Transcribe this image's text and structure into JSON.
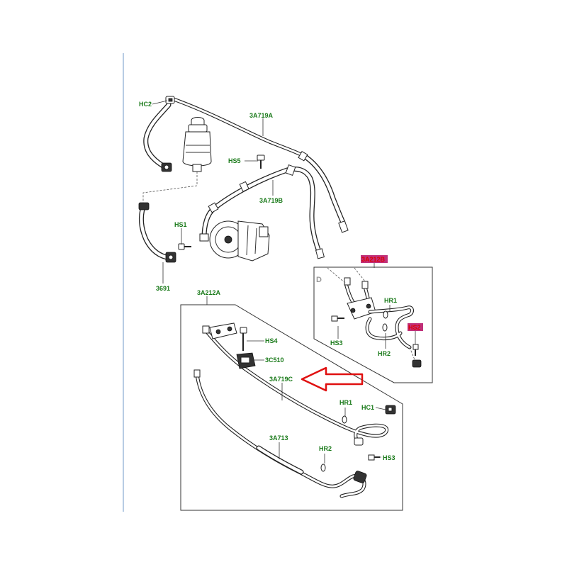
{
  "callouts": {
    "hc2": "HC2",
    "a3a719a": "3A719A",
    "hs5": "HS5",
    "a3a719b": "3A719B",
    "hs1": "HS1",
    "p3691": "3691",
    "a3a212a": "3A212A",
    "hs4": "HS4",
    "c3c510": "3C510",
    "a3a719c": "3A719C",
    "hr1_lower": "HR1",
    "hc1": "HC1",
    "a3a713": "3A713",
    "hr2_lower": "HR2",
    "hs3_lower": "HS3",
    "a3a212b": "3A212B",
    "panel_d": "D",
    "hr1_upper": "HR1",
    "hs3_upper": "HS3",
    "hr2_upper": "HR2",
    "hs2": "HS2"
  },
  "colors": {
    "callout_text": "#1a7a1a",
    "highlight_fill": "#c0307a",
    "arrow": "#e01010",
    "margin_line": "#b8cce4"
  }
}
